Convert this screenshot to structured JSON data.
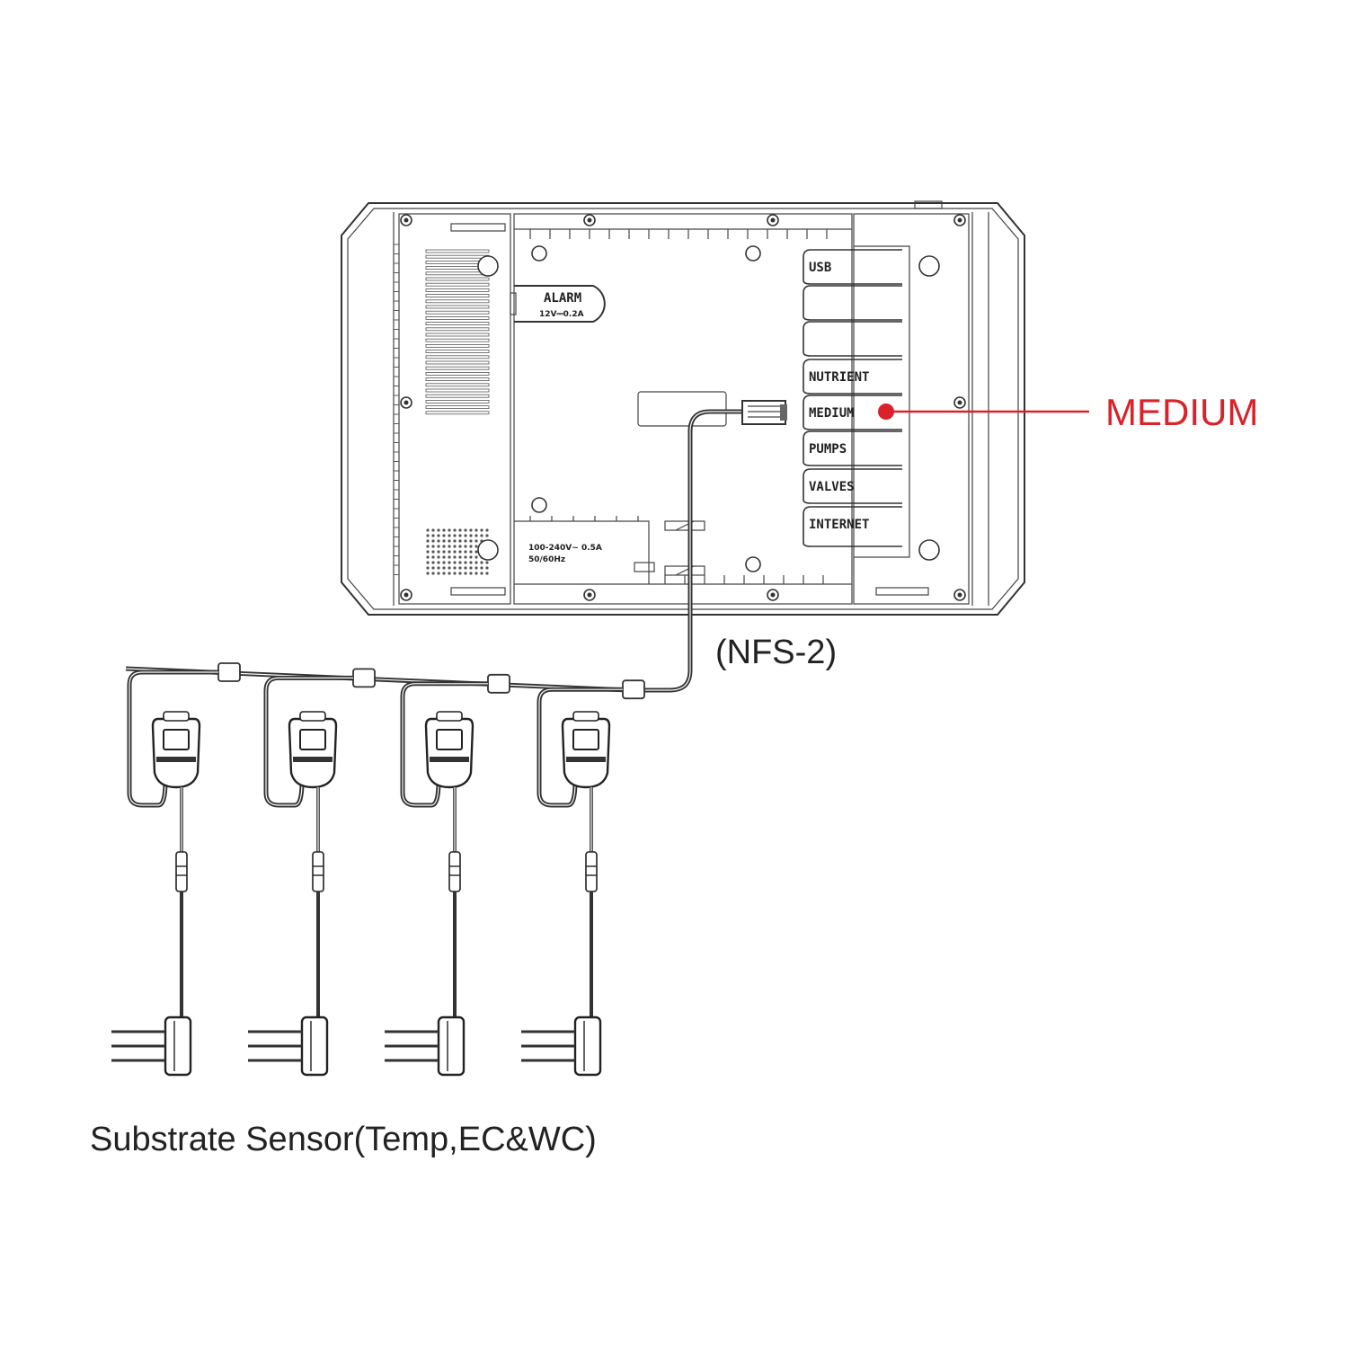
{
  "device": {
    "ports": [
      "USB",
      "",
      "",
      "NUTRIENT",
      "MEDIUM",
      "PUMPS",
      "VALVES",
      "INTERNET"
    ],
    "alarm_label": "ALARM",
    "alarm_rating": "12V⎓0.2A",
    "power_rating_line1": "100-240V~ 0.5A",
    "power_rating_line2": "50/60Hz"
  },
  "callout": {
    "label": "MEDIUM",
    "color": "#d9222a"
  },
  "cable": {
    "label": "(NFS-2)"
  },
  "sensors": {
    "count": 4,
    "caption": "Substrate Sensor(Temp,EC&WC)"
  }
}
